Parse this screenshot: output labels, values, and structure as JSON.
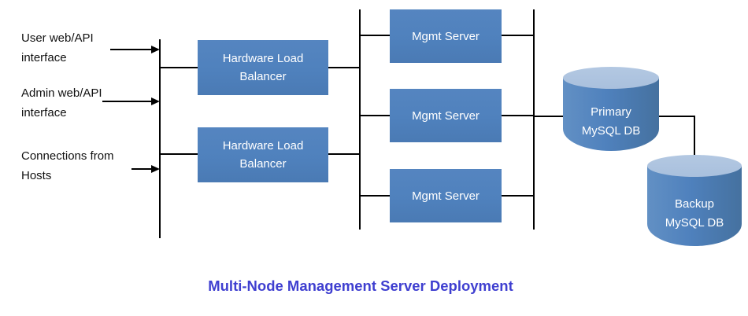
{
  "title": {
    "text": "Multi-Node Management Server Deployment"
  },
  "inputs": [
    {
      "line1": "User web/API",
      "line2": "interface"
    },
    {
      "line1": "Admin web/API",
      "line2": "interface"
    },
    {
      "line1": "Connections from",
      "line2": "Hosts"
    }
  ],
  "load_balancers": [
    {
      "line1": "Hardware Load",
      "line2": "Balancer"
    },
    {
      "line1": "Hardware Load",
      "line2": "Balancer"
    }
  ],
  "mgmt_servers": [
    {
      "label": "Mgmt Server"
    },
    {
      "label": "Mgmt Server"
    },
    {
      "label": "Mgmt Server"
    }
  ],
  "databases": [
    {
      "line1": "Primary",
      "line2": "MySQL DB"
    },
    {
      "line1": "Backup",
      "line2": "MySQL DB"
    }
  ],
  "colors": {
    "node_fill": "#4f81bd",
    "cylinder_top": "#a9c0dd",
    "connector": "#000000",
    "title": "#3f3fd0",
    "node_text": "#ffffff",
    "label_text": "#111111"
  }
}
